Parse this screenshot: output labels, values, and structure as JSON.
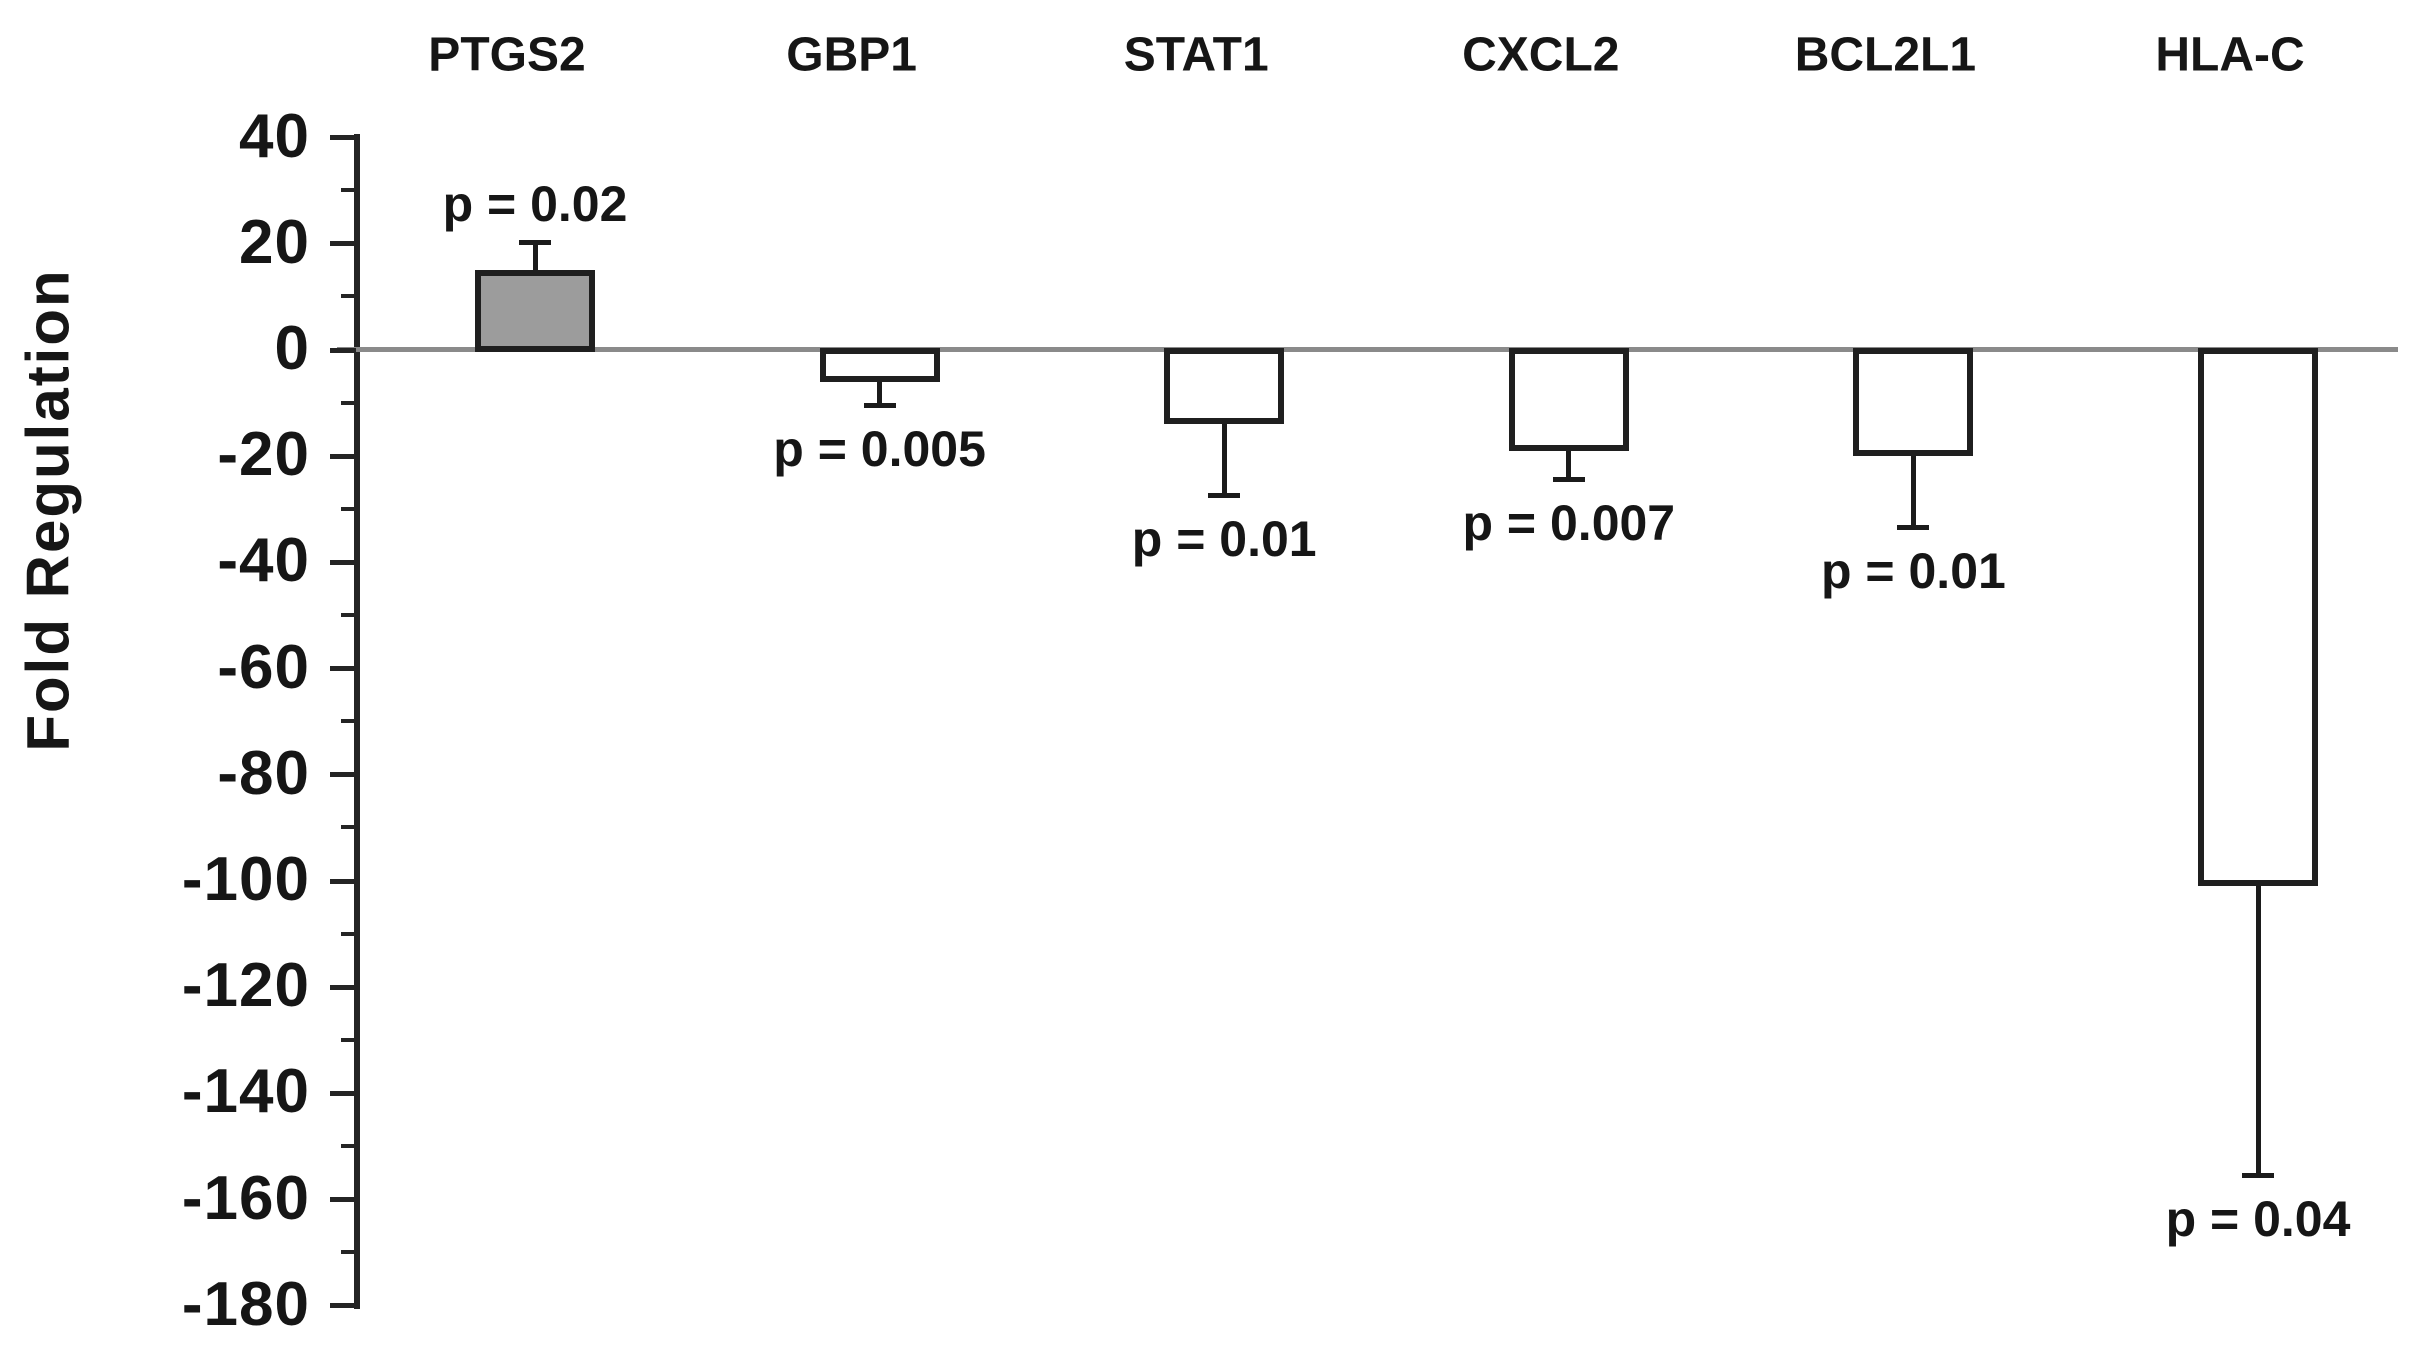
{
  "chart_data": {
    "type": "bar",
    "title": "",
    "xlabel": "",
    "ylabel": "Fold Regulation",
    "categories": [
      "PTGS2",
      "GBP1",
      "STAT1",
      "CXCL2",
      "BCL2L1",
      "HLA-C"
    ],
    "values": [
      15,
      -6,
      -14,
      -19,
      -20,
      -101
    ],
    "error_whisker_to": [
      20,
      -10,
      -27,
      -24,
      -33,
      -155
    ],
    "p_value_labels": [
      "p = 0.02",
      "p = 0.005",
      "p = 0.01",
      "p = 0.007",
      "p = 0.01",
      "p = 0.04"
    ],
    "bar_fill_colors": [
      "#9c9c9c",
      "#ffffff",
      "#ffffff",
      "#ffffff",
      "#ffffff",
      "#ffffff"
    ],
    "bar_border_color": "#1f1f1f",
    "ylim": [
      -180,
      40
    ],
    "ytick_major_step": 20,
    "ytick_minor_step": 10,
    "ytick_labels": [
      "40",
      "20",
      "0",
      "-20",
      "-40",
      "-60",
      "-80",
      "-100",
      "-120",
      "-140",
      "-160",
      "-180"
    ],
    "baseline_value": 0,
    "baseline_color": "#8a8a8a",
    "grid": false,
    "legend": null,
    "orientation": "vertical",
    "error_bars": "one-sided, away from zero"
  },
  "style": {
    "background": "#ffffff",
    "text_color": "#161616",
    "axis_color": "#242424"
  }
}
